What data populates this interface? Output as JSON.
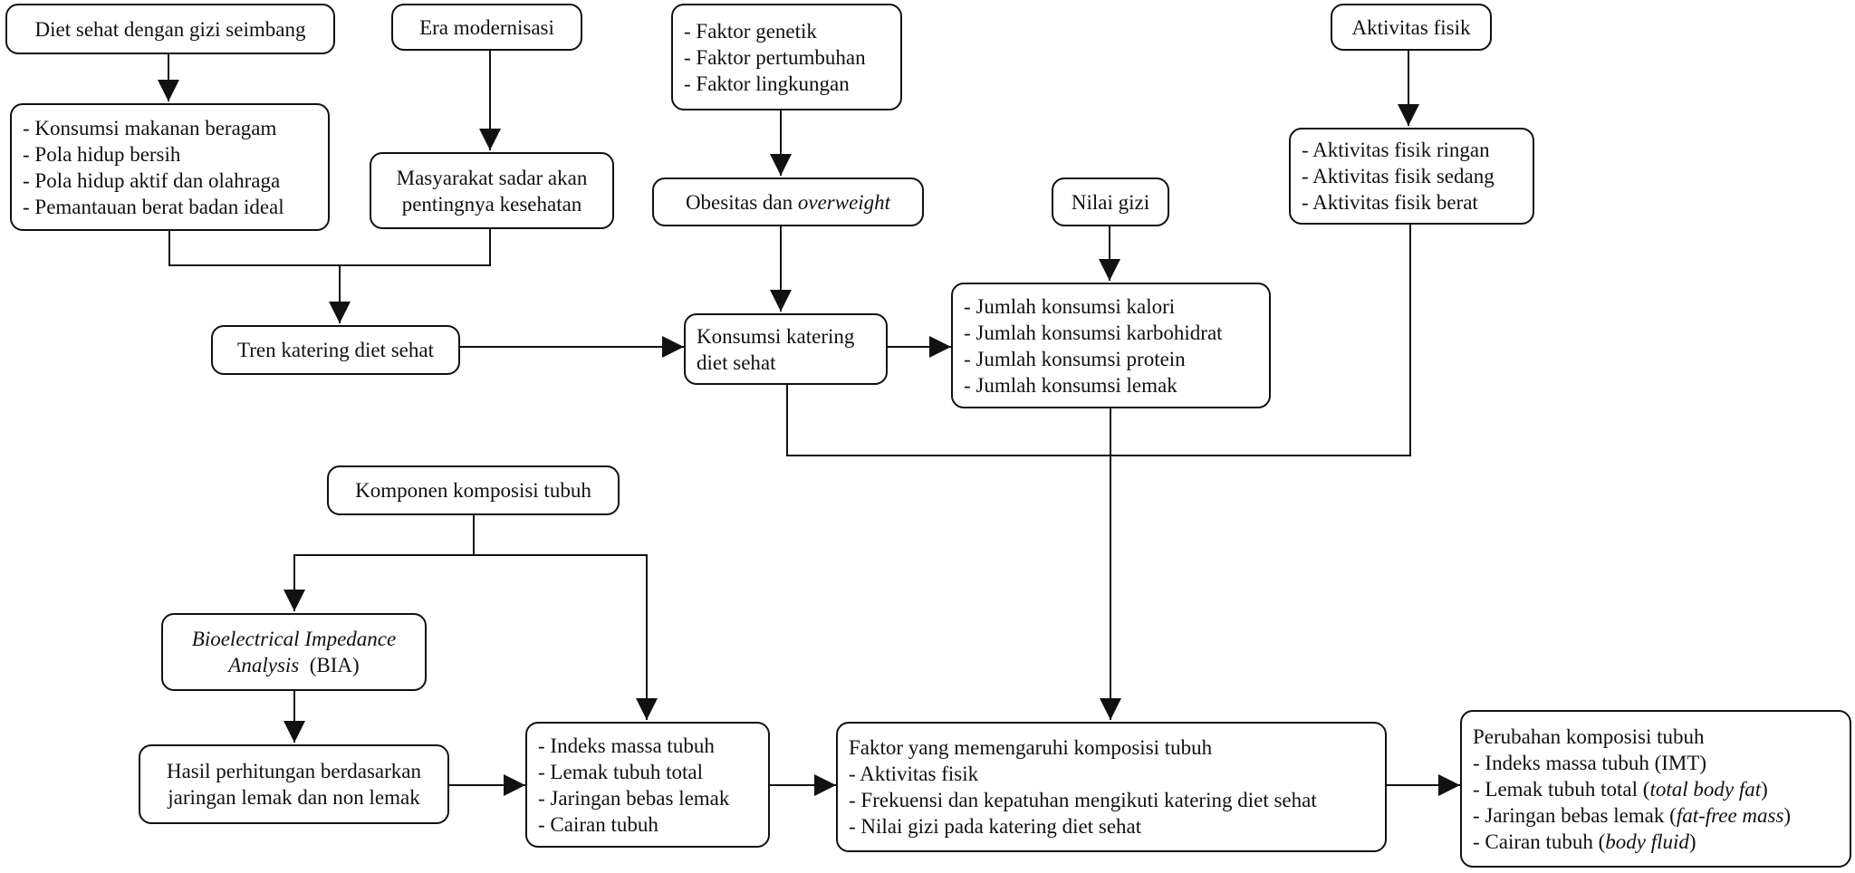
{
  "colors": {
    "line": "#111111",
    "background": "#ffffff"
  },
  "boxes": {
    "diet": {
      "text": "Diet sehat dengan gizi seimbang"
    },
    "era": {
      "text": "Era modernisasi"
    },
    "faktor": {
      "items": [
        "- Faktor genetik",
        "- Faktor pertumbuhan",
        "- Faktor lingkungan"
      ]
    },
    "aktivitas": {
      "text": "Aktivitas fisik"
    },
    "konsumsi_beragam": {
      "items": [
        "- Konsumsi makanan beragam",
        "- Pola hidup bersih",
        "- Pola hidup aktif dan olahraga",
        "- Pemantauan berat badan ideal"
      ]
    },
    "masyarakat": {
      "line1": "Masyarakat sadar akan",
      "line2": "pentingnya kesehatan"
    },
    "obesitas": {
      "text": "Obesitas dan ",
      "italic": "overweight"
    },
    "nilai_gizi": {
      "text": "Nilai gizi"
    },
    "aktivitas_level": {
      "items": [
        "- Aktivitas fisik ringan",
        "- Aktivitas fisik sedang",
        "- Aktivitas fisik berat"
      ]
    },
    "tren": {
      "text": "Tren katering diet sehat"
    },
    "konsumsi_katering": {
      "line1": "Konsumsi katering",
      "line2": "diet sehat"
    },
    "jumlah": {
      "items": [
        "- Jumlah konsumsi kalori",
        "- Jumlah konsumsi karbohidrat",
        "- Jumlah konsumsi protein",
        "- Jumlah konsumsi lemak"
      ]
    },
    "komponen": {
      "text": "Komponen komposisi tubuh"
    },
    "bia": {
      "line1": "Bioelectrical Impedance",
      "line2_italic": "Analysis",
      "line2_rest": "  (BIA)"
    },
    "hasil": {
      "line1": "Hasil perhitungan berdasarkan",
      "line2": "jaringan lemak dan non lemak"
    },
    "indeks": {
      "items": [
        "- Indeks massa tubuh",
        "- Lemak tubuh total",
        "- Jaringan bebas lemak",
        "- Cairan tubuh"
      ]
    },
    "faktor_komposisi": {
      "title": "Faktor yang memengaruhi komposisi tubuh",
      "items": [
        "- Aktivitas fisik",
        "- Frekuensi dan kepatuhan mengikuti katering diet sehat",
        "- Nilai gizi pada katering diet sehat"
      ]
    },
    "perubahan": {
      "title": "Perubahan komposisi tubuh",
      "i1": "- Indeks massa tubuh (IMT)",
      "i2a": "- Lemak tubuh total (",
      "i2b": "total body fat",
      "i2c": ")",
      "i3a": "- Jaringan bebas lemak (",
      "i3b": "fat-free mass",
      "i3c": ")",
      "i4a": "- Cairan tubuh (",
      "i4b": "body fluid",
      "i4c": ")"
    }
  }
}
